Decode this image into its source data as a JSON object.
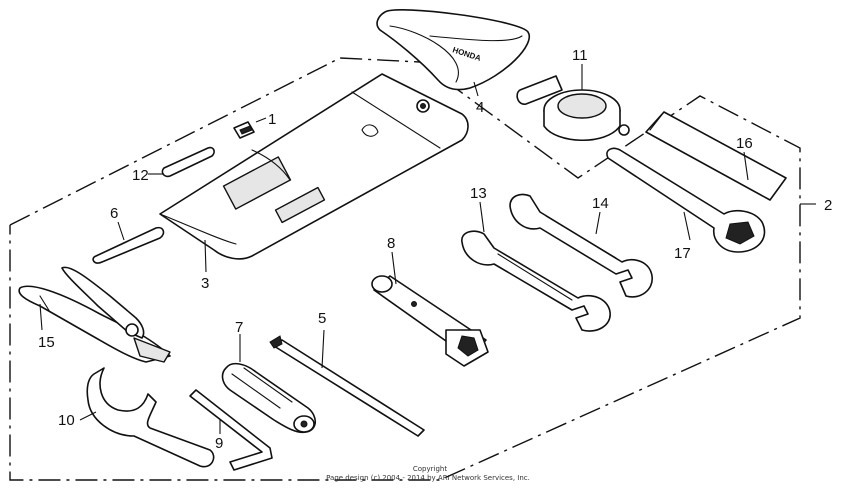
{
  "callouts": [
    {
      "id": "1",
      "label": "1"
    },
    {
      "id": "2",
      "label": "2"
    },
    {
      "id": "3",
      "label": "3"
    },
    {
      "id": "4",
      "label": "4"
    },
    {
      "id": "5",
      "label": "5"
    },
    {
      "id": "6",
      "label": "6"
    },
    {
      "id": "7",
      "label": "7"
    },
    {
      "id": "8",
      "label": "8"
    },
    {
      "id": "9",
      "label": "9"
    },
    {
      "id": "10",
      "label": "10"
    },
    {
      "id": "11",
      "label": "11"
    },
    {
      "id": "12",
      "label": "12"
    },
    {
      "id": "13",
      "label": "13"
    },
    {
      "id": "14",
      "label": "14"
    },
    {
      "id": "15",
      "label": "15"
    },
    {
      "id": "16",
      "label": "16"
    },
    {
      "id": "17",
      "label": "17"
    }
  ],
  "brand_mark": "HONDA",
  "copyright": {
    "line1": "Copyright",
    "line2": "Page design (c) 2004 - 2014 by ARI Network Services, Inc."
  }
}
